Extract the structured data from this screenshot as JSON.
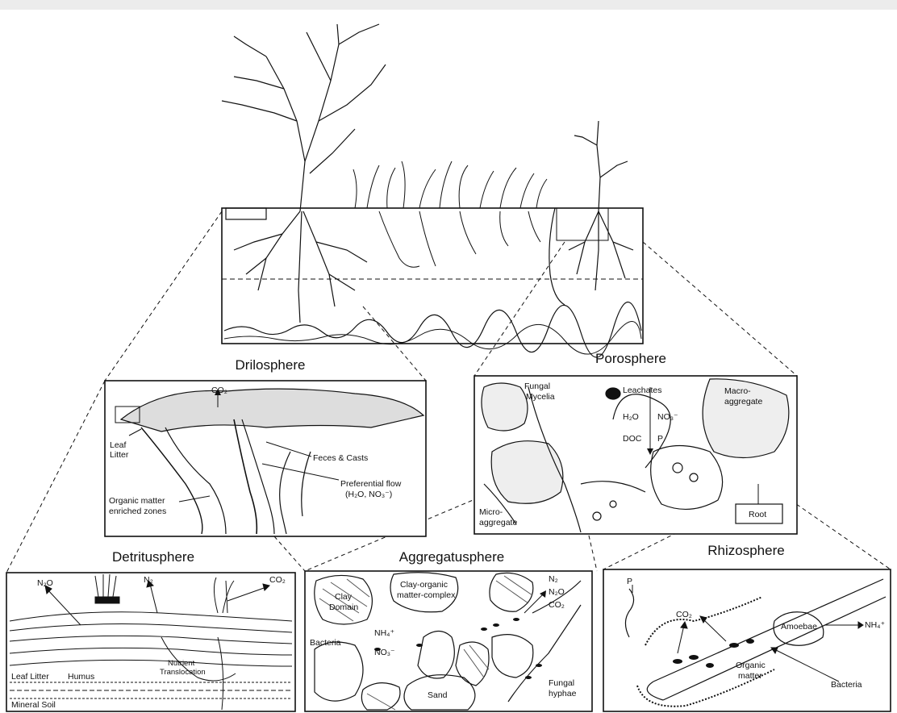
{
  "titles": {
    "drilosphere": "Drilosphere",
    "porosphere": "Porosphere",
    "detritusphere": "Detritusphere",
    "aggregatusphere": "Aggregatusphere",
    "rhizosphere": "Rhizosphere"
  },
  "drilosphere": {
    "co2": "CO₂",
    "leaf_litter_1": "Leaf",
    "leaf_litter_2": "Litter",
    "feces_casts": "Feces & Casts",
    "pref_flow_1": "Preferential flow",
    "pref_flow_2": "(H₂O, NO₃⁻)",
    "organic_1": "Organic matter",
    "organic_2": "enriched zones"
  },
  "porosphere": {
    "fungal_1": "Fungal",
    "fungal_2": "Mycelia",
    "leachates": "Leachates",
    "h2o": "H₂O",
    "no3": "NO₃⁻",
    "doc": "DOC",
    "p": "P",
    "macro_1": "Macro-",
    "macro_2": "aggregate",
    "micro_1": "Micro-",
    "micro_2": "aggregate",
    "root": "Root"
  },
  "detritusphere": {
    "n2o": "N₂O",
    "n2": "N₂",
    "co2": "CO₂",
    "leaf_litter": "Leaf Litter",
    "humus": "Humus",
    "nutrient_1": "Nutrient",
    "nutrient_2": "Translocation",
    "mineral_soil": "Mineral Soil"
  },
  "aggregatusphere": {
    "clay_1": "Clay",
    "clay_2": "Domain",
    "complex_1": "Clay-organic",
    "complex_2": "matter-complex",
    "n2": "N₂",
    "n2o": "N₂O",
    "co2": "CO₂",
    "bacteria": "Bacteria",
    "nh4": "NH₄⁺",
    "no3": "NO₃⁻",
    "sand": "Sand",
    "fungal_1": "Fungal",
    "fungal_2": "hyphae"
  },
  "rhizosphere": {
    "p": "P",
    "co2": "CO₂",
    "amoebae": "Amoebae",
    "nh4": "NH₄⁺",
    "organic_1": "Organic",
    "organic_2": "matter",
    "bacteria": "Bacteria"
  }
}
